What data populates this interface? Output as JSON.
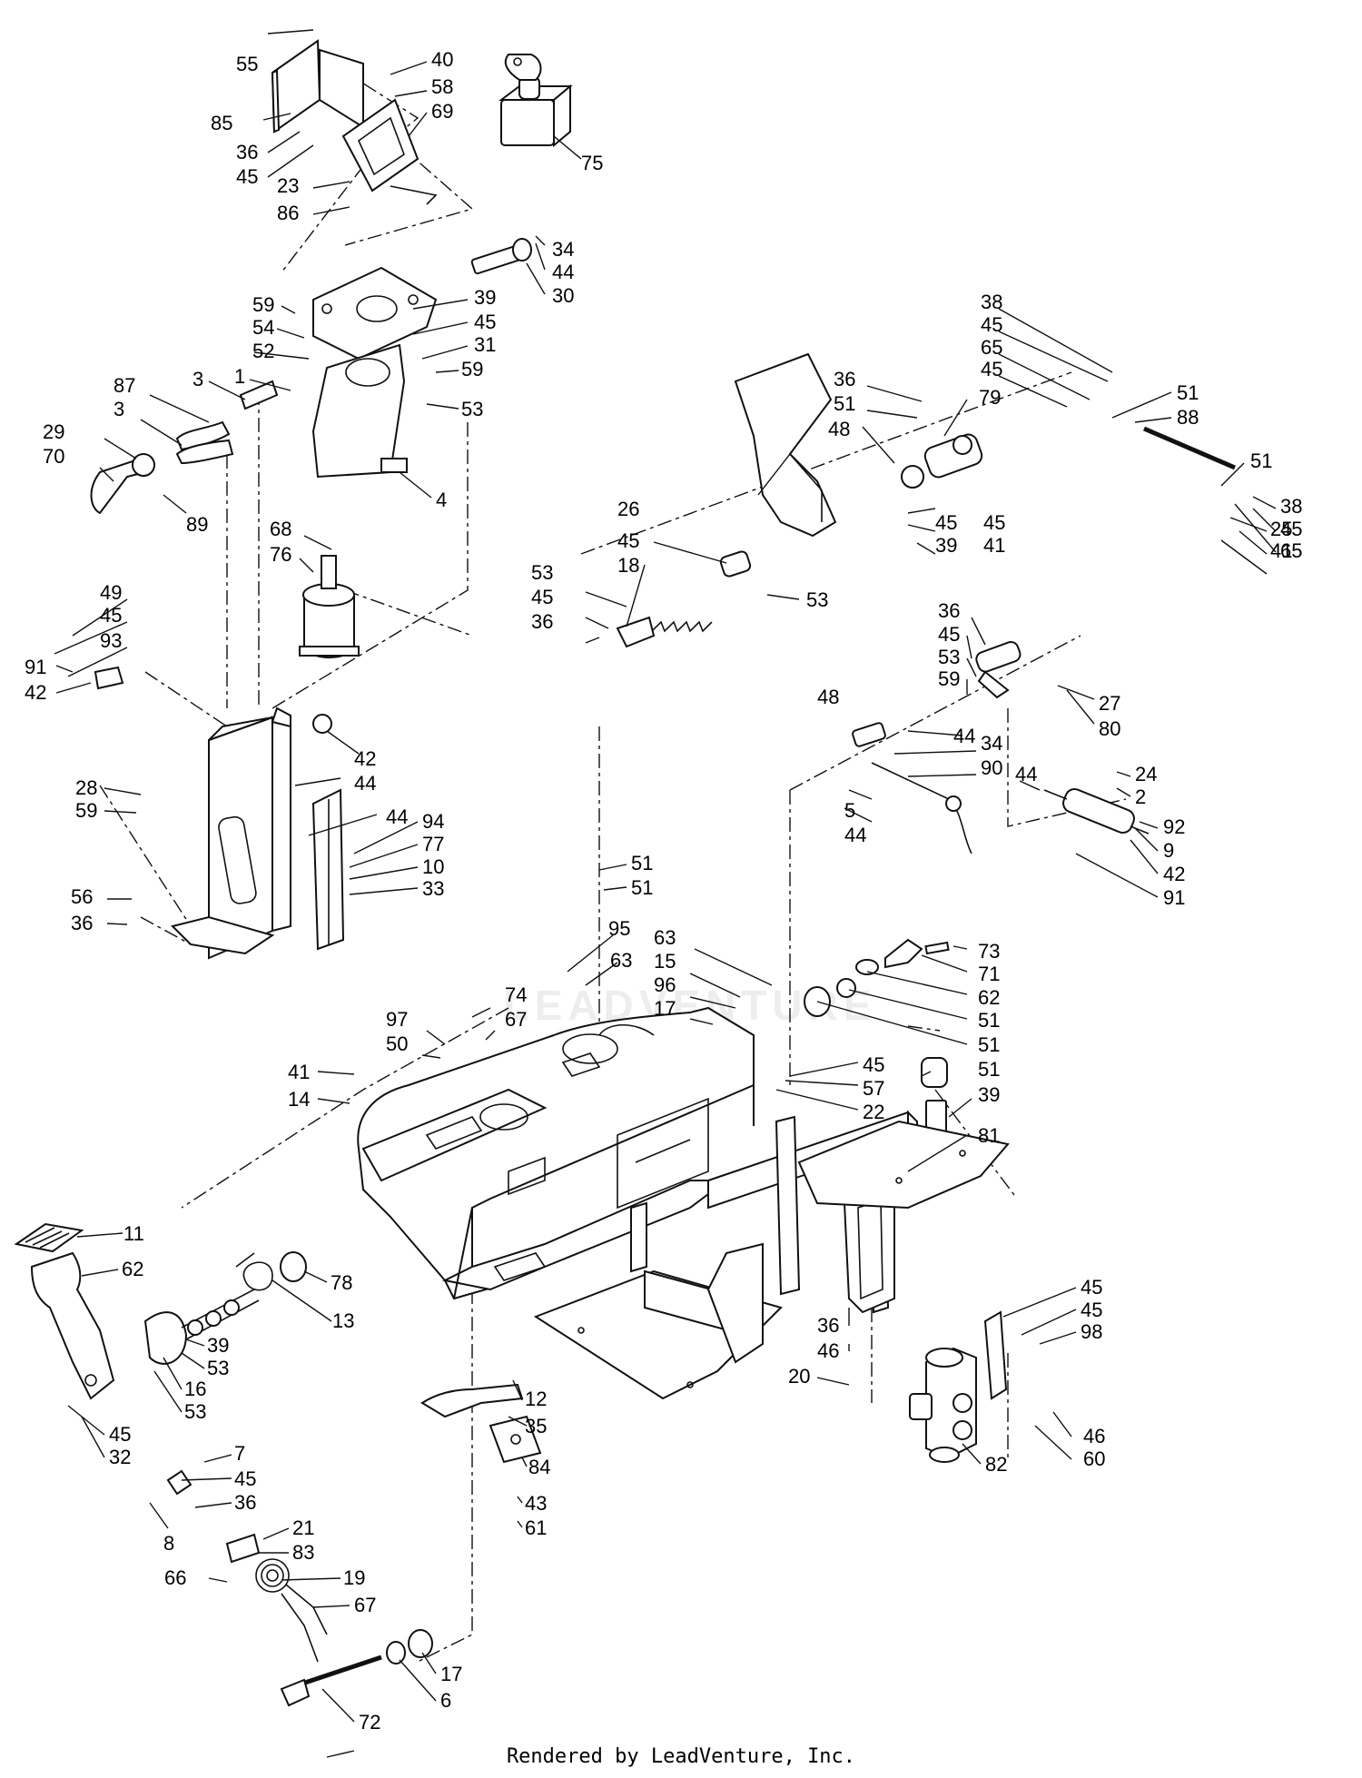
{
  "footer": "Rendered by LeadVenture, Inc.",
  "watermark": "LEADVENTURE",
  "callouts": [
    {
      "id": "c1",
      "t": "55"
    },
    {
      "id": "c2",
      "t": "40"
    },
    {
      "id": "c3",
      "t": "58"
    },
    {
      "id": "c4",
      "t": "69"
    },
    {
      "id": "c5",
      "t": "85"
    },
    {
      "id": "c6",
      "t": "75"
    },
    {
      "id": "c7",
      "t": "36"
    },
    {
      "id": "c8",
      "t": "45"
    },
    {
      "id": "c9",
      "t": "23"
    },
    {
      "id": "c10",
      "t": "86"
    },
    {
      "id": "c11",
      "t": "34"
    },
    {
      "id": "c12",
      "t": "44"
    },
    {
      "id": "c13",
      "t": "30"
    },
    {
      "id": "c14",
      "t": "59"
    },
    {
      "id": "c15",
      "t": "39"
    },
    {
      "id": "c16",
      "t": "45"
    },
    {
      "id": "c17",
      "t": "54"
    },
    {
      "id": "c18",
      "t": "31"
    },
    {
      "id": "c19",
      "t": "52"
    },
    {
      "id": "c20",
      "t": "59"
    },
    {
      "id": "c21",
      "t": "87"
    },
    {
      "id": "c22",
      "t": "3"
    },
    {
      "id": "c23",
      "t": "1"
    },
    {
      "id": "c24",
      "t": "53"
    },
    {
      "id": "c25",
      "t": "3"
    },
    {
      "id": "c26",
      "t": "29"
    },
    {
      "id": "c27",
      "t": "70"
    },
    {
      "id": "c28",
      "t": "4"
    },
    {
      "id": "c29",
      "t": "89"
    },
    {
      "id": "c30",
      "t": "68"
    },
    {
      "id": "c31",
      "t": "76"
    },
    {
      "id": "c32",
      "t": "38"
    },
    {
      "id": "c33",
      "t": "45"
    },
    {
      "id": "c34",
      "t": "65"
    },
    {
      "id": "c35",
      "t": "45"
    },
    {
      "id": "c36",
      "t": "36"
    },
    {
      "id": "c37",
      "t": "51"
    },
    {
      "id": "c38",
      "t": "79"
    },
    {
      "id": "c39",
      "t": "51"
    },
    {
      "id": "c40",
      "t": "88"
    },
    {
      "id": "c41",
      "t": "48"
    },
    {
      "id": "c42",
      "t": "51"
    },
    {
      "id": "c43",
      "t": "38"
    },
    {
      "id": "c44",
      "t": "45"
    },
    {
      "id": "c45",
      "t": "65"
    },
    {
      "id": "c46",
      "t": "26"
    },
    {
      "id": "c47",
      "t": "45"
    },
    {
      "id": "c48",
      "t": "45"
    },
    {
      "id": "c49",
      "t": "39"
    },
    {
      "id": "c50",
      "t": "41"
    },
    {
      "id": "c51",
      "t": "25"
    },
    {
      "id": "c52",
      "t": "45"
    },
    {
      "id": "c53",
      "t": "41"
    },
    {
      "id": "c54",
      "t": "18"
    },
    {
      "id": "c55",
      "t": "53"
    },
    {
      "id": "c56",
      "t": "53"
    },
    {
      "id": "c57",
      "t": "45"
    },
    {
      "id": "c58",
      "t": "36"
    },
    {
      "id": "c59",
      "t": "36"
    },
    {
      "id": "c60",
      "t": "45"
    },
    {
      "id": "c61",
      "t": "53"
    },
    {
      "id": "c62",
      "t": "59"
    },
    {
      "id": "c63",
      "t": "27"
    },
    {
      "id": "c64",
      "t": "80"
    },
    {
      "id": "c65",
      "t": "48"
    },
    {
      "id": "c66",
      "t": "44"
    },
    {
      "id": "c67",
      "t": "34"
    },
    {
      "id": "c68",
      "t": "90"
    },
    {
      "id": "c69",
      "t": "44"
    },
    {
      "id": "c70",
      "t": "24"
    },
    {
      "id": "c71",
      "t": "2"
    },
    {
      "id": "c72",
      "t": "5"
    },
    {
      "id": "c73",
      "t": "44"
    },
    {
      "id": "c74",
      "t": "92"
    },
    {
      "id": "c75",
      "t": "9"
    },
    {
      "id": "c76",
      "t": "42"
    },
    {
      "id": "c77",
      "t": "91"
    },
    {
      "id": "c78",
      "t": "49"
    },
    {
      "id": "c79",
      "t": "45"
    },
    {
      "id": "c80",
      "t": "93"
    },
    {
      "id": "c81",
      "t": "91"
    },
    {
      "id": "c82",
      "t": "42"
    },
    {
      "id": "c83",
      "t": "42"
    },
    {
      "id": "c84",
      "t": "44"
    },
    {
      "id": "c85",
      "t": "28"
    },
    {
      "id": "c86",
      "t": "59"
    },
    {
      "id": "c87",
      "t": "44"
    },
    {
      "id": "c88",
      "t": "94"
    },
    {
      "id": "c89",
      "t": "77"
    },
    {
      "id": "c90",
      "t": "10"
    },
    {
      "id": "c91",
      "t": "33"
    },
    {
      "id": "c92",
      "t": "56"
    },
    {
      "id": "c93",
      "t": "36"
    },
    {
      "id": "c94",
      "t": "51"
    },
    {
      "id": "c95",
      "t": "51"
    },
    {
      "id": "c96",
      "t": "95"
    },
    {
      "id": "c97",
      "t": "63"
    },
    {
      "id": "c98",
      "t": "63"
    },
    {
      "id": "c99",
      "t": "73"
    },
    {
      "id": "c100",
      "t": "15"
    },
    {
      "id": "c101",
      "t": "71"
    },
    {
      "id": "c102",
      "t": "96"
    },
    {
      "id": "c103",
      "t": "62"
    },
    {
      "id": "c104",
      "t": "17"
    },
    {
      "id": "c105",
      "t": "51"
    },
    {
      "id": "c106",
      "t": "74"
    },
    {
      "id": "c107",
      "t": "67"
    },
    {
      "id": "c108",
      "t": "51"
    },
    {
      "id": "c109",
      "t": "97"
    },
    {
      "id": "c110",
      "t": "50"
    },
    {
      "id": "c111",
      "t": "45"
    },
    {
      "id": "c112",
      "t": "57"
    },
    {
      "id": "c113",
      "t": "51"
    },
    {
      "id": "c114",
      "t": "41"
    },
    {
      "id": "c115",
      "t": "22"
    },
    {
      "id": "c116",
      "t": "39"
    },
    {
      "id": "c117",
      "t": "14"
    },
    {
      "id": "c118",
      "t": "81"
    },
    {
      "id": "c119",
      "t": "11"
    },
    {
      "id": "c120",
      "t": "62"
    },
    {
      "id": "c121",
      "t": "78"
    },
    {
      "id": "c122",
      "t": "13"
    },
    {
      "id": "c123",
      "t": "45"
    },
    {
      "id": "c124",
      "t": "45"
    },
    {
      "id": "c125",
      "t": "36"
    },
    {
      "id": "c126",
      "t": "98"
    },
    {
      "id": "c127",
      "t": "39"
    },
    {
      "id": "c128",
      "t": "46"
    },
    {
      "id": "c129",
      "t": "53"
    },
    {
      "id": "c130",
      "t": "12"
    },
    {
      "id": "c131",
      "t": "16"
    },
    {
      "id": "c132",
      "t": "53"
    },
    {
      "id": "c133",
      "t": "20"
    },
    {
      "id": "c134",
      "t": "35"
    },
    {
      "id": "c135",
      "t": "46"
    },
    {
      "id": "c136",
      "t": "45"
    },
    {
      "id": "c137",
      "t": "60"
    },
    {
      "id": "c138",
      "t": "82"
    },
    {
      "id": "c139",
      "t": "32"
    },
    {
      "id": "c140",
      "t": "84"
    },
    {
      "id": "c141",
      "t": "7"
    },
    {
      "id": "c142",
      "t": "45"
    },
    {
      "id": "c143",
      "t": "43"
    },
    {
      "id": "c144",
      "t": "36"
    },
    {
      "id": "c145",
      "t": "61"
    },
    {
      "id": "c146",
      "t": "8"
    },
    {
      "id": "c147",
      "t": "21"
    },
    {
      "id": "c148",
      "t": "83"
    },
    {
      "id": "c149",
      "t": "66"
    },
    {
      "id": "c150",
      "t": "19"
    },
    {
      "id": "c151",
      "t": "67"
    },
    {
      "id": "c152",
      "t": "17"
    },
    {
      "id": "c153",
      "t": "6"
    },
    {
      "id": "c154",
      "t": "72"
    }
  ]
}
